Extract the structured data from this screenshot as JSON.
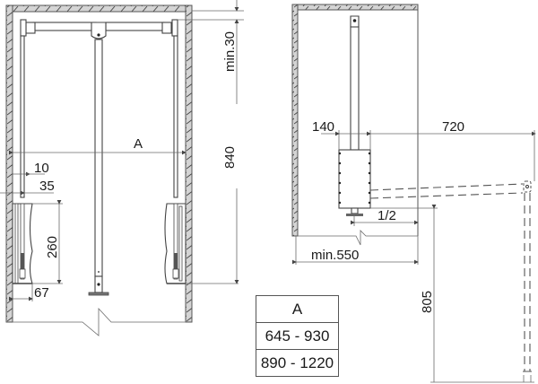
{
  "diagram": {
    "type": "technical-drawing",
    "subject": "pull-down wardrobe lift mechanism",
    "colors": {
      "line": "#555555",
      "wall_fill": "#d4d4d4",
      "text": "#1a1a1a"
    }
  },
  "front_view": {
    "labels": {
      "width": "A",
      "top_clearance": "min.30",
      "height": "840",
      "offset_10": "10",
      "offset_35": "35",
      "arm_height": "260",
      "depth_67": "67"
    }
  },
  "side_view": {
    "labels": {
      "mech_depth": "140",
      "reach": "720",
      "half": "1/2",
      "min_depth": "min.550",
      "lowered_height": "805"
    }
  },
  "table": {
    "header": "A",
    "rows": [
      "645 - 930",
      "890 - 1220"
    ]
  }
}
